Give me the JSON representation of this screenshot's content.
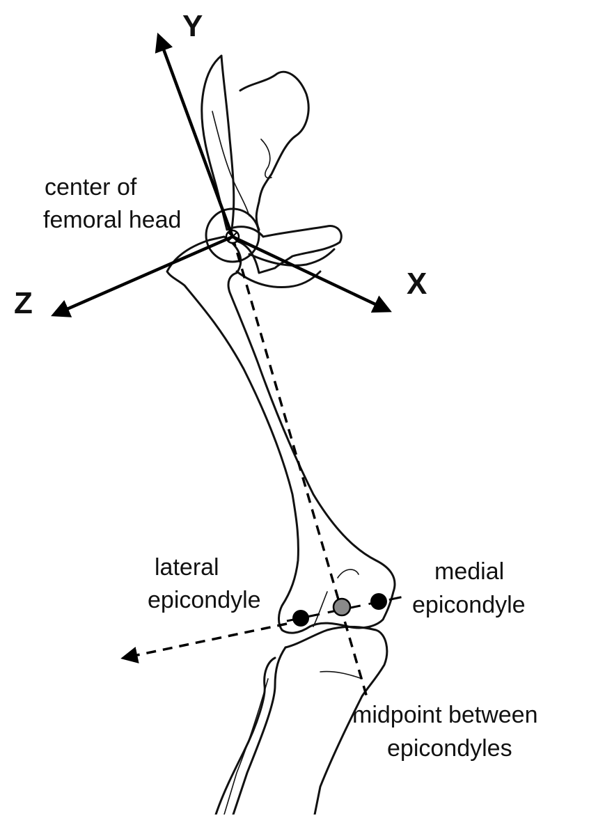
{
  "labels": {
    "center_femoral_head_line1": "center of",
    "center_femoral_head_line2": "femoral head",
    "lateral_line1": "lateral",
    "lateral_line2": "epicondyle",
    "medial_line1": "medial",
    "medial_line2": "epicondyle",
    "midpoint_line1": "midpoint between",
    "midpoint_line2": "epicondyles"
  },
  "axes": {
    "x": "X",
    "y": "Y",
    "z": "Z"
  },
  "colors": {
    "ink": "#111111",
    "epicondyle_marker": "#000000",
    "midpoint_marker": "#8a8a8a",
    "background": "#ffffff"
  }
}
